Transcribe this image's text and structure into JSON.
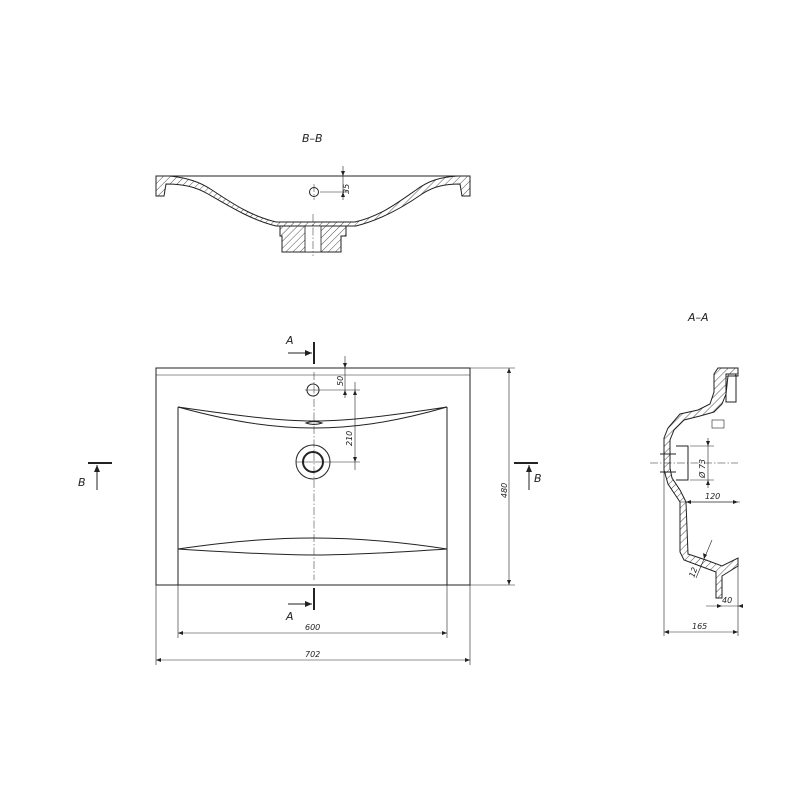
{
  "labels": {
    "section_bb": "B–B",
    "section_aa": "A–A",
    "cut_a_top": "A",
    "cut_a_bottom": "A",
    "cut_b_left": "B",
    "cut_b_right": "B"
  },
  "dimensions": {
    "top_35": "35",
    "top_50": "50",
    "top_210": "210",
    "height_480": "480",
    "width_600": "600",
    "width_702": "702",
    "diam_73": "Ø 73",
    "side_120": "120",
    "side_12": "12",
    "side_40": "40",
    "side_165": "165"
  },
  "colors": {
    "line": "#222222",
    "background": "#ffffff"
  }
}
